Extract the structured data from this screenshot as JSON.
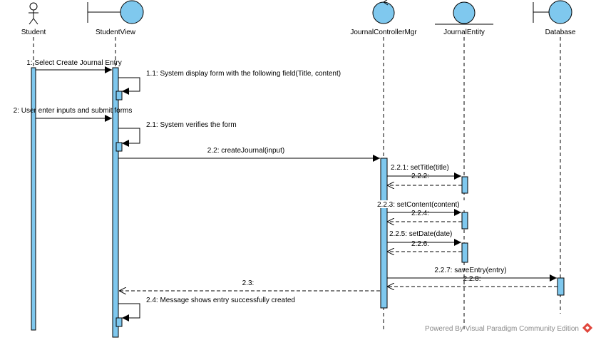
{
  "participants": [
    {
      "id": "student",
      "name": "Student",
      "kind": "actor"
    },
    {
      "id": "studentview",
      "name": "StudentView",
      "kind": "boundary"
    },
    {
      "id": "journalcontrollermgr",
      "name": "JournalControllerMgr",
      "kind": "control"
    },
    {
      "id": "journalentity",
      "name": "JournalEntity",
      "kind": "entity"
    },
    {
      "id": "database",
      "name": "Database",
      "kind": "boundary"
    }
  ],
  "messages": {
    "m1": "1: Select Create Journal Entry",
    "m1_1": "1.1: System display form with the following field(Title, content)",
    "m2": "2: User enter inputs and submit forms",
    "m2_1": "2.1: System verifies the form",
    "m2_2": "2.2: createJournal(input)",
    "m2_2_1": "2.2.1: setTitle(title)",
    "m2_2_2": "2.2.2:",
    "m2_2_3": "2.2.3: setContent(content)",
    "m2_2_4": "2.2.4:",
    "m2_2_5": "2.2.5: setDate(date)",
    "m2_2_6": "2.2.6:",
    "m2_2_7": "2.2.7: saveEntry(entry)",
    "m2_2_8": "2.2.8:",
    "m2_3": "2.3:",
    "m2_4": "2.4: Message shows entry successfully created"
  },
  "watermark": {
    "text": "Powered By Visual Paradigm Community Edition",
    "logo_icon": "visual-paradigm-logo-icon",
    "logo_color": "#e0463c"
  },
  "colors": {
    "object_fill": "#7fc8ee",
    "activation_fill": "#7fc8ee"
  }
}
